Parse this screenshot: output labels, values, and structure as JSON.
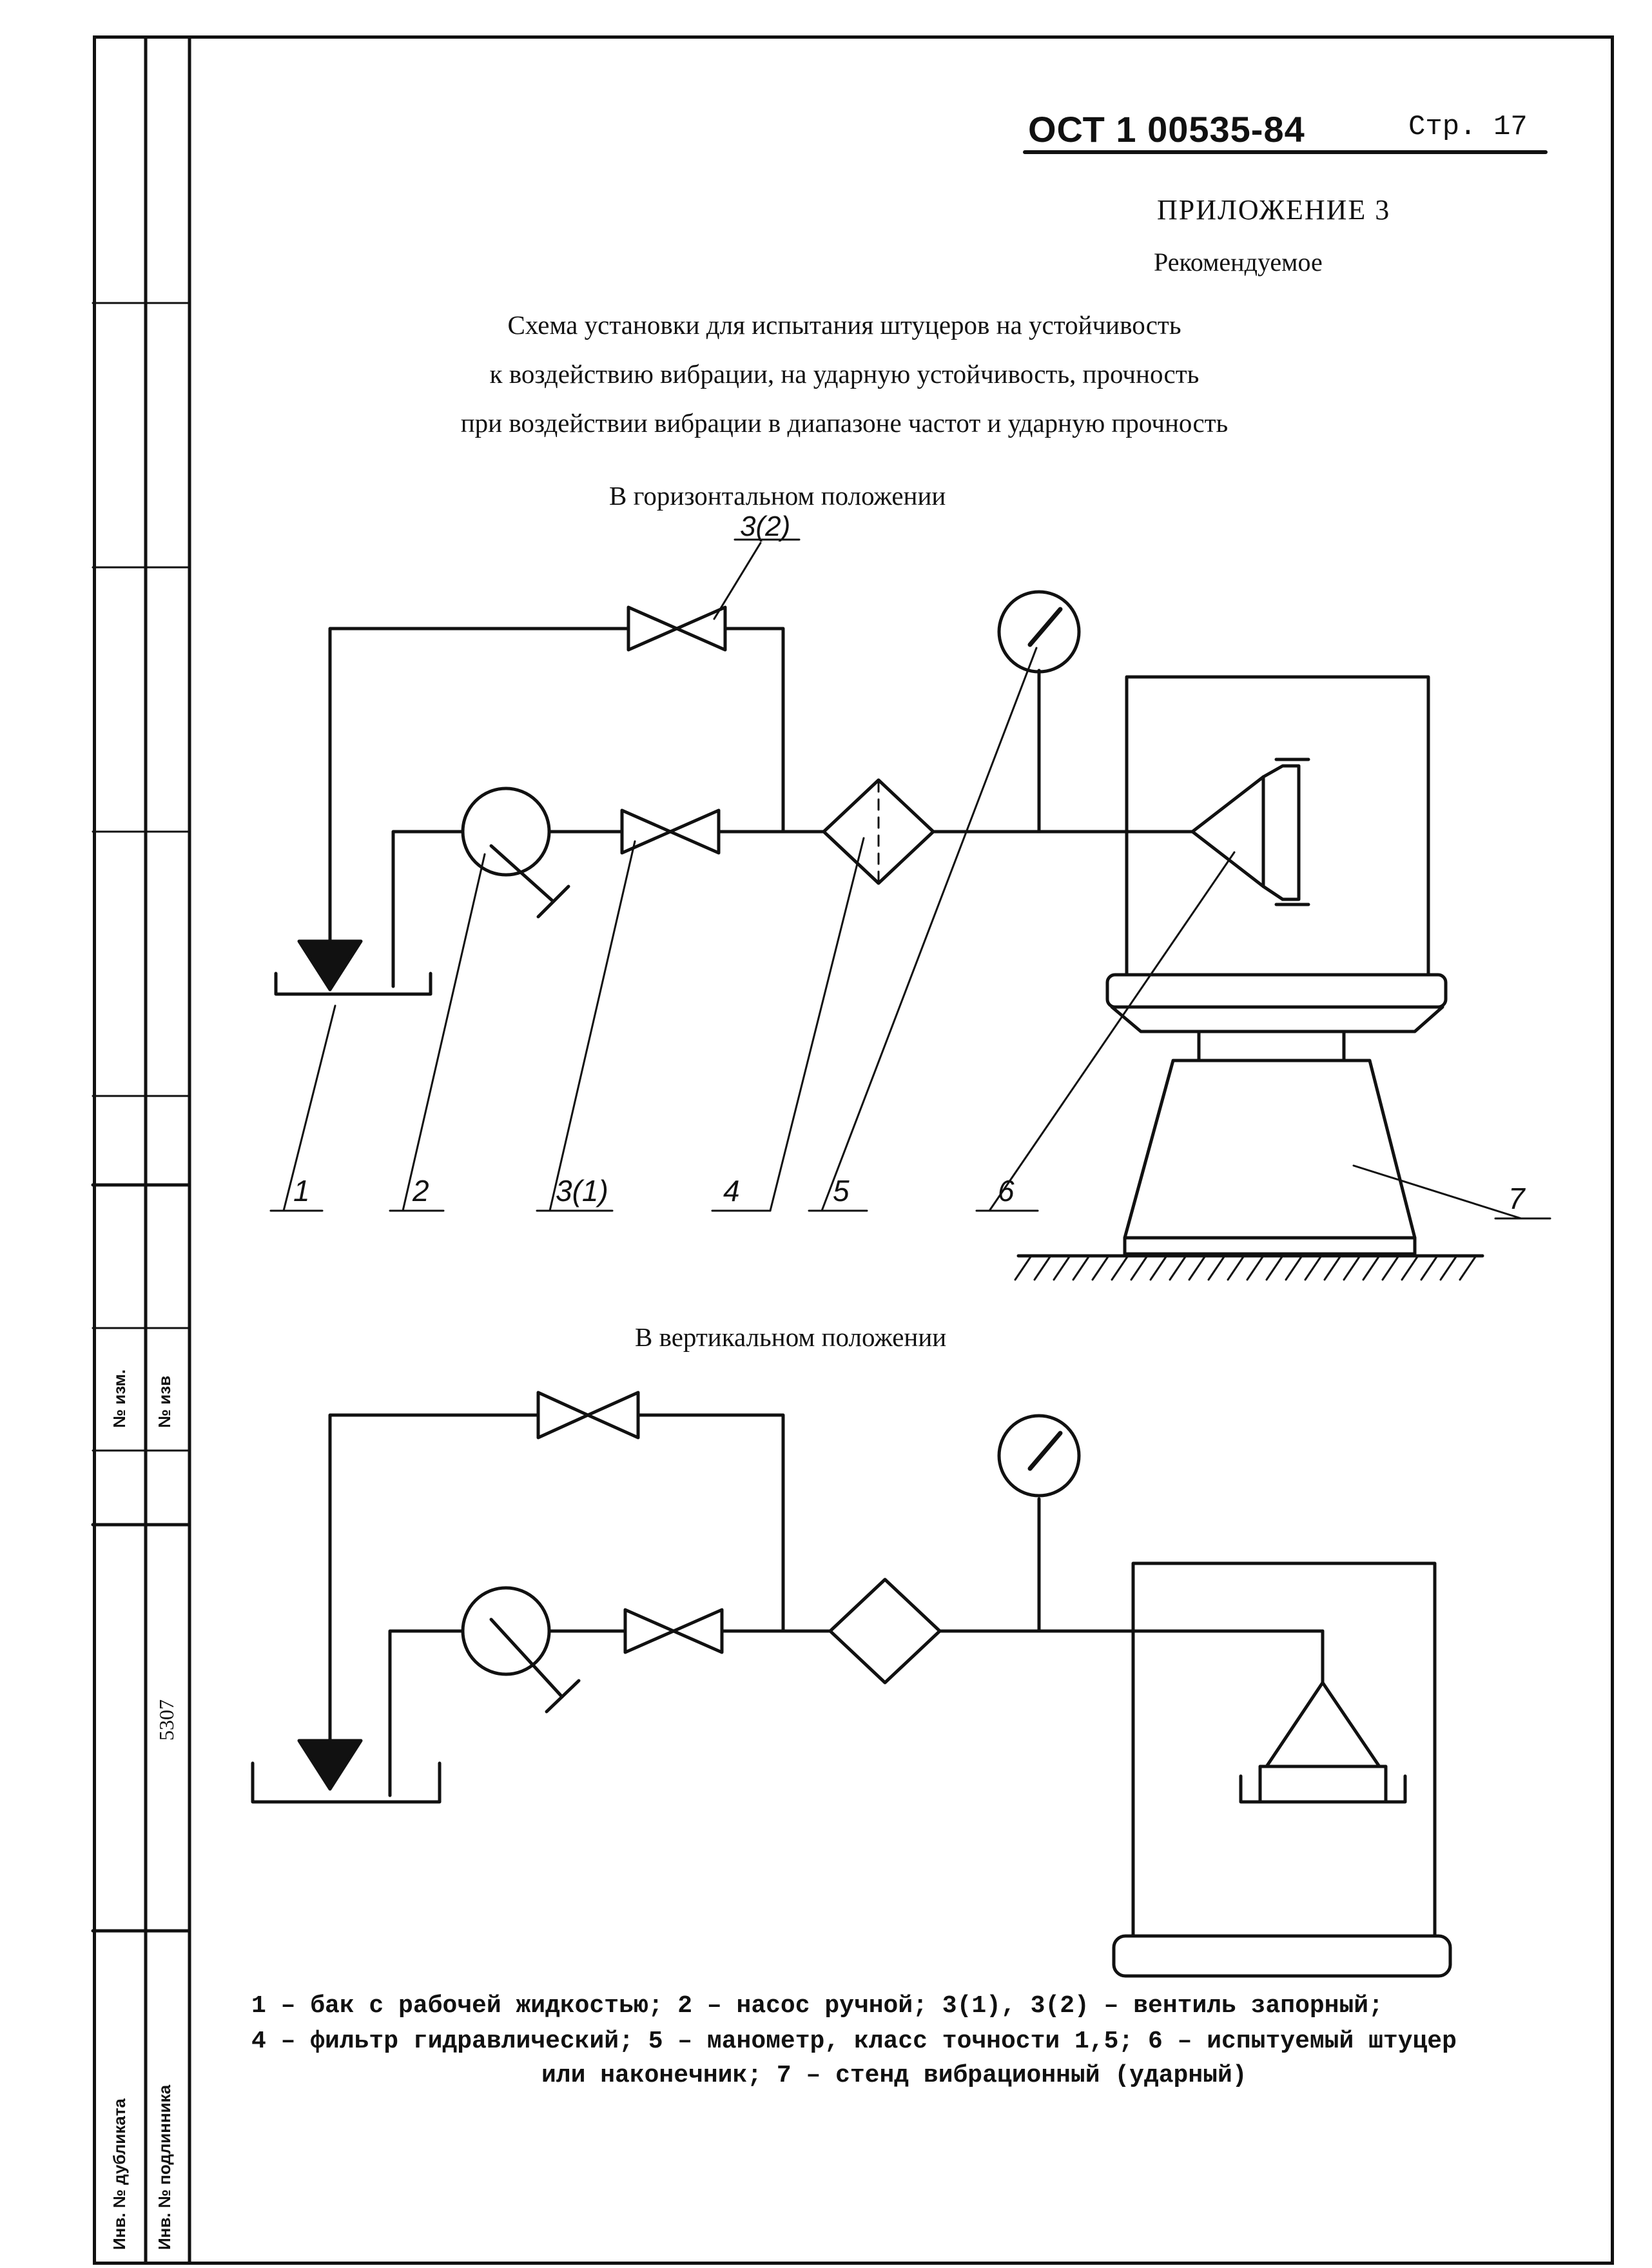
{
  "header": {
    "doc_code": "ОСТ 1 00535-84",
    "page_label": "Стр. 17"
  },
  "appendix": {
    "title": "ПРИЛОЖЕНИЕ 3",
    "status": "Рекомендуемое"
  },
  "scheme_title": [
    "Схема установки для испытания штуцеров на устойчивость",
    "к воздействию вибрации, на ударную устойчивость,  прочность",
    "при воздействии вибрации в диапазоне частот и ударную прочность"
  ],
  "diagram_horizontal": {
    "caption": "В горизонтальном положении",
    "top_valve_label": "3(2)",
    "callouts": [
      "1",
      "2",
      "3(1)",
      "4",
      "5",
      "6",
      "7"
    ]
  },
  "diagram_vertical": {
    "caption": "В вертикальном положении"
  },
  "legend_lines": [
    "1 – бак с рабочей жидкостью; 2 – насос ручной; 3(1), 3(2) – вентиль запорный;",
    "4 – фильтр гидравлический; 5 – манометр, класс точности 1,5; 6 – испытуемый штуцер",
    "или наконечник; 7 – стенд вибрационный (ударный)"
  ],
  "side_stamp": {
    "change_no": "№ изм.",
    "notice_no": "№ изв",
    "inv_no": "5307",
    "dup_inv": "Инв. № дубликата",
    "orig_inv": "Инв. № подлинника"
  }
}
